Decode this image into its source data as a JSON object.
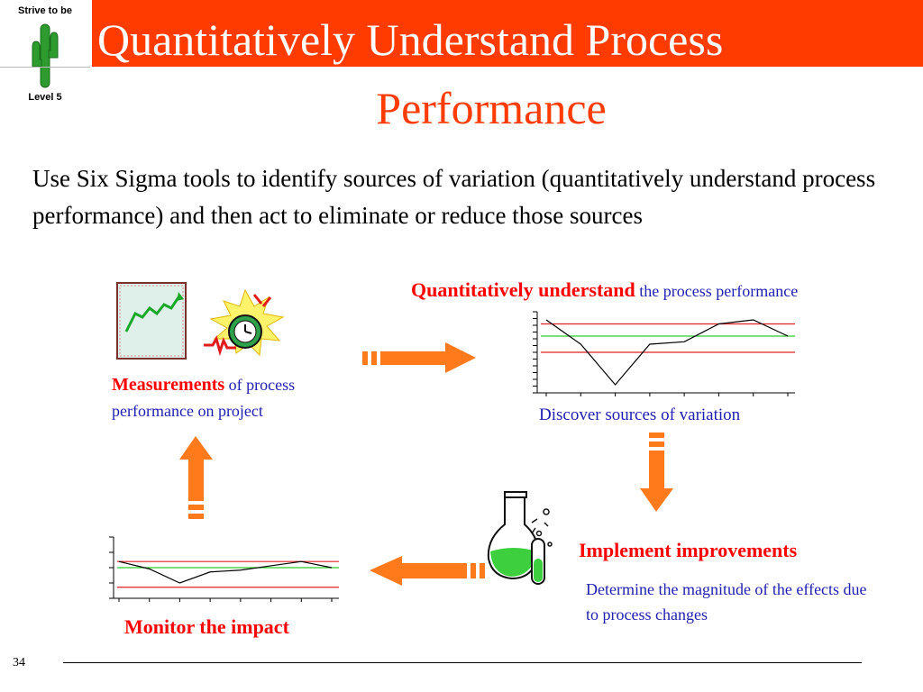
{
  "logo": {
    "top_text": "Strive to be",
    "bottom_text": "Level 5"
  },
  "title": {
    "line1": "Quantitatively Understand Process",
    "line2": "Performance"
  },
  "body_text": "Use Six Sigma tools to identify sources of variation (quantitatively understand process performance) and then act to eliminate or reduce those sources",
  "steps": {
    "understand": {
      "emphasis": "Quantitatively understand",
      "rest": " the process performance"
    },
    "measurements": {
      "emphasis": "Measurements",
      "rest": " of process performance on project"
    },
    "discover": {
      "label": "Discover sources of variation"
    },
    "implement": {
      "label": "Implement improvements",
      "detail": "Determine the magnitude of the effects due to process changes"
    },
    "monitor": {
      "label": "Monitor the impact"
    }
  },
  "colors": {
    "title_bar": "#ff3b00",
    "arrow": "#ff7a1a",
    "emphasis": "#ff0000",
    "detail": "#1f1fb0"
  },
  "icons": [
    "cactus-icon",
    "trend-graph-icon",
    "alarm-clock-icon",
    "flask-icon",
    "test-tube-icon"
  ],
  "chart_data": [
    {
      "type": "line",
      "series": [
        {
          "values": [
            9,
            6,
            1,
            6,
            6.3,
            8.5,
            9,
            7
          ]
        }
      ],
      "reference_lines": {
        "upper": 8.5,
        "center": 7,
        "lower": 5
      }
    },
    {
      "type": "line",
      "series": [
        {
          "values": [
            6,
            4.8,
            2.5,
            4.3,
            4.6,
            5.3,
            6,
            5
          ]
        }
      ],
      "reference_lines": {
        "upper": 6,
        "center": 5,
        "lower": 1.8
      }
    }
  ],
  "page": {
    "number": "34"
  }
}
